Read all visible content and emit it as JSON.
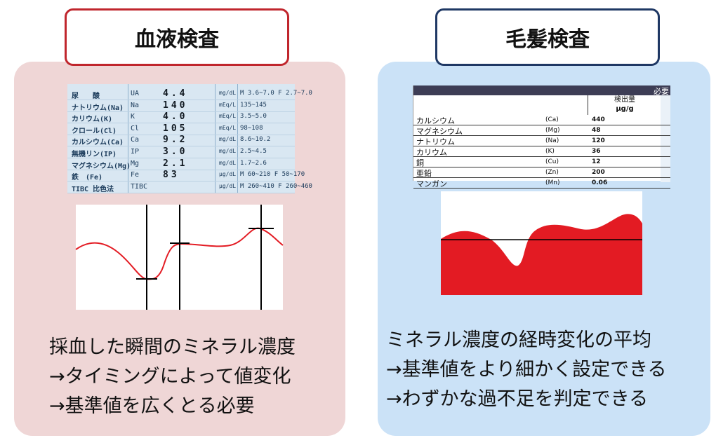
{
  "left_panel": {
    "title": "血液検査",
    "caption_lines": [
      "採血した瞬間のミネラル濃度",
      "→タイミングによって値変化",
      "→基準値を広くとる必要"
    ],
    "table_rows": [
      {
        "name": "尿　　酸",
        "sym": "UA",
        "val": "4.4",
        "unit": "mg/dL",
        "range": "M 3.6~7.0 F 2.7~7.0"
      },
      {
        "name": "ナトリウム(Na)",
        "sym": "Na",
        "val": "140",
        "unit": "mEq/L",
        "range": "135~145"
      },
      {
        "name": "カリウム(K)",
        "sym": "K",
        "val": "4.0",
        "unit": "mEq/L",
        "range": "3.5~5.0"
      },
      {
        "name": "クロール(Cl)",
        "sym": "Cl",
        "val": "105",
        "unit": "mEq/L",
        "range": "98~108"
      },
      {
        "name": "カルシウム(Ca)",
        "sym": "Ca",
        "val": "9.2",
        "unit": "mg/dL",
        "range": "8.6~10.2"
      },
      {
        "name": "無機リン(IP)",
        "sym": "IP",
        "val": "3.0",
        "unit": "mg/dL",
        "range": "2.5~4.5"
      },
      {
        "name": "マグネシウム(Mg)",
        "sym": "Mg",
        "val": "2.1",
        "unit": "mg/dL",
        "range": "1.7~2.6"
      },
      {
        "name": "鉄　(Fe)",
        "sym": "Fe",
        "val": "83",
        "unit": "μg/dL",
        "range": "M 60~210 F 50~170"
      },
      {
        "name": "TIBC 比色法",
        "sym": "TIBC",
        "val": "",
        "unit": "μg/dL",
        "range": "M 260~410 F 260~460"
      }
    ]
  },
  "right_panel": {
    "title": "毛髪検査",
    "caption_lines": [
      "ミネラル濃度の経時変化の平均",
      "→基準値をより細かく設定できる",
      "→わずかな過不足を判定できる"
    ],
    "table_header": "必要",
    "table_col_header": [
      "検出量",
      "μg/g"
    ],
    "table_rows": [
      {
        "name": "カルシウム",
        "sym": "(Ca)",
        "val": "440"
      },
      {
        "name": "マグネシウム",
        "sym": "(Mg)",
        "val": "48"
      },
      {
        "name": "ナトリウム",
        "sym": "(Na)",
        "val": "120"
      },
      {
        "name": "カリウム",
        "sym": "(K)",
        "val": "36"
      },
      {
        "name": "銅",
        "sym": "(Cu)",
        "val": "12"
      },
      {
        "name": "亜鉛",
        "sym": "(Zn)",
        "val": "200"
      },
      {
        "name": "マンガン",
        "sym": "(Mn)",
        "val": "0.06"
      }
    ]
  },
  "colors": {
    "red": "#e31b23",
    "left_bg": "#efd6d6",
    "right_bg": "#cbe2f7",
    "left_border": "#c0262d",
    "right_border": "#1f3864"
  }
}
